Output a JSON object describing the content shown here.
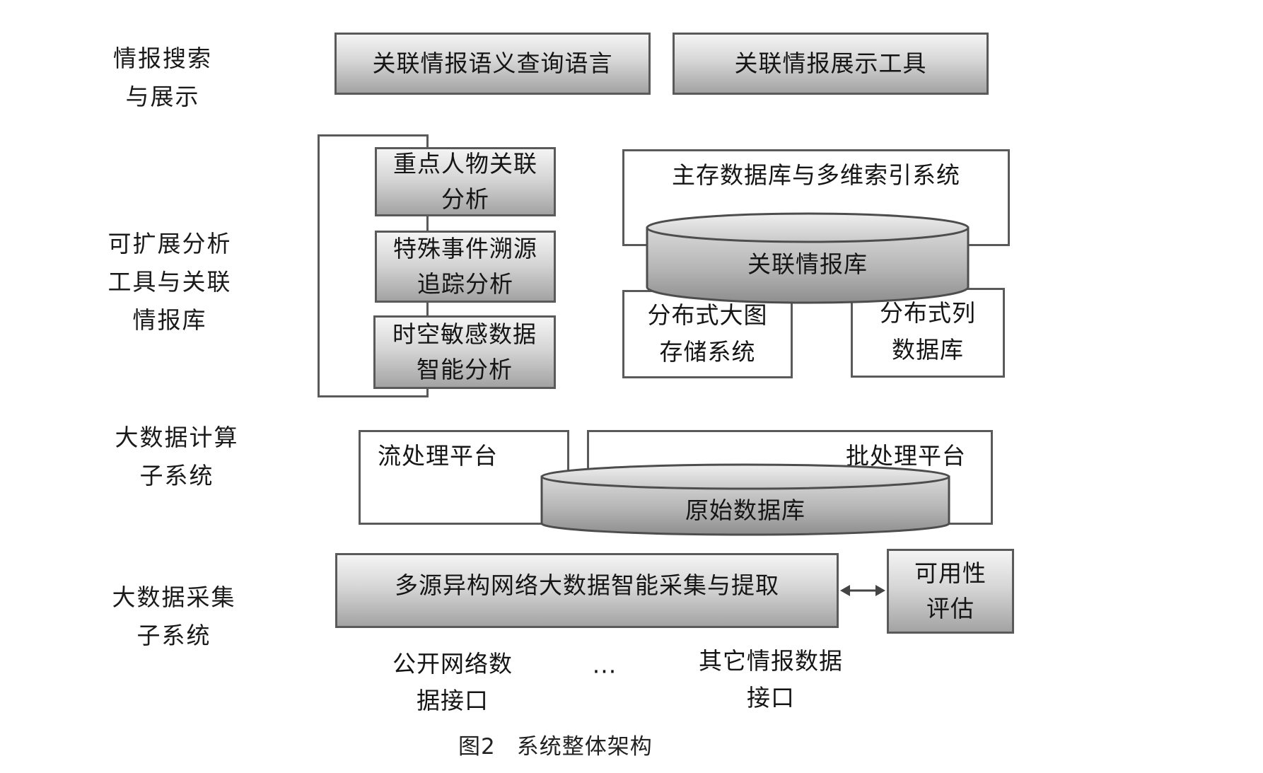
{
  "layers": [
    {
      "lines": [
        "情报搜索",
        "与展示"
      ]
    },
    {
      "lines": [
        "可扩展分析",
        "工具与关联",
        "情报库"
      ]
    },
    {
      "lines": [
        "大数据计算",
        "子系统"
      ]
    },
    {
      "lines": [
        "大数据采集",
        "子系统"
      ]
    }
  ],
  "search_layer": {
    "query_language": "关联情报语义查询语言",
    "display_tool": "关联情报展示工具"
  },
  "analysis_tools": [
    {
      "lines": [
        "重点人物关联",
        "分析"
      ]
    },
    {
      "lines": [
        "特殊事件溯源",
        "追踪分析"
      ]
    },
    {
      "lines": [
        "时空敏感数据",
        "智能分析"
      ]
    }
  ],
  "storage": {
    "main_db_title": "主存数据库与多维索引系统",
    "intel_db": "关联情报库",
    "graph_storage": [
      "分布式大图",
      "存储系统"
    ],
    "column_db": [
      "分布式列",
      "数据库"
    ]
  },
  "compute": {
    "stream_platform": "流处理平台",
    "batch_platform": "批处理平台",
    "raw_db": "原始数据库"
  },
  "collection": {
    "collector": "多源异构网络大数据智能采集与提取",
    "availability": [
      "可用性",
      "评估"
    ],
    "public_interface": [
      "公开网络数",
      "据接口"
    ],
    "ellipsis": "···",
    "other_interface": [
      "其它情报数据",
      "接口"
    ]
  },
  "caption": {
    "number": "图2",
    "title": "系统整体架构"
  },
  "colors": {
    "box_border": "#5a5a5a",
    "box_fill_top": "#f4f4f4",
    "box_fill_bottom": "#a3a3a3"
  }
}
